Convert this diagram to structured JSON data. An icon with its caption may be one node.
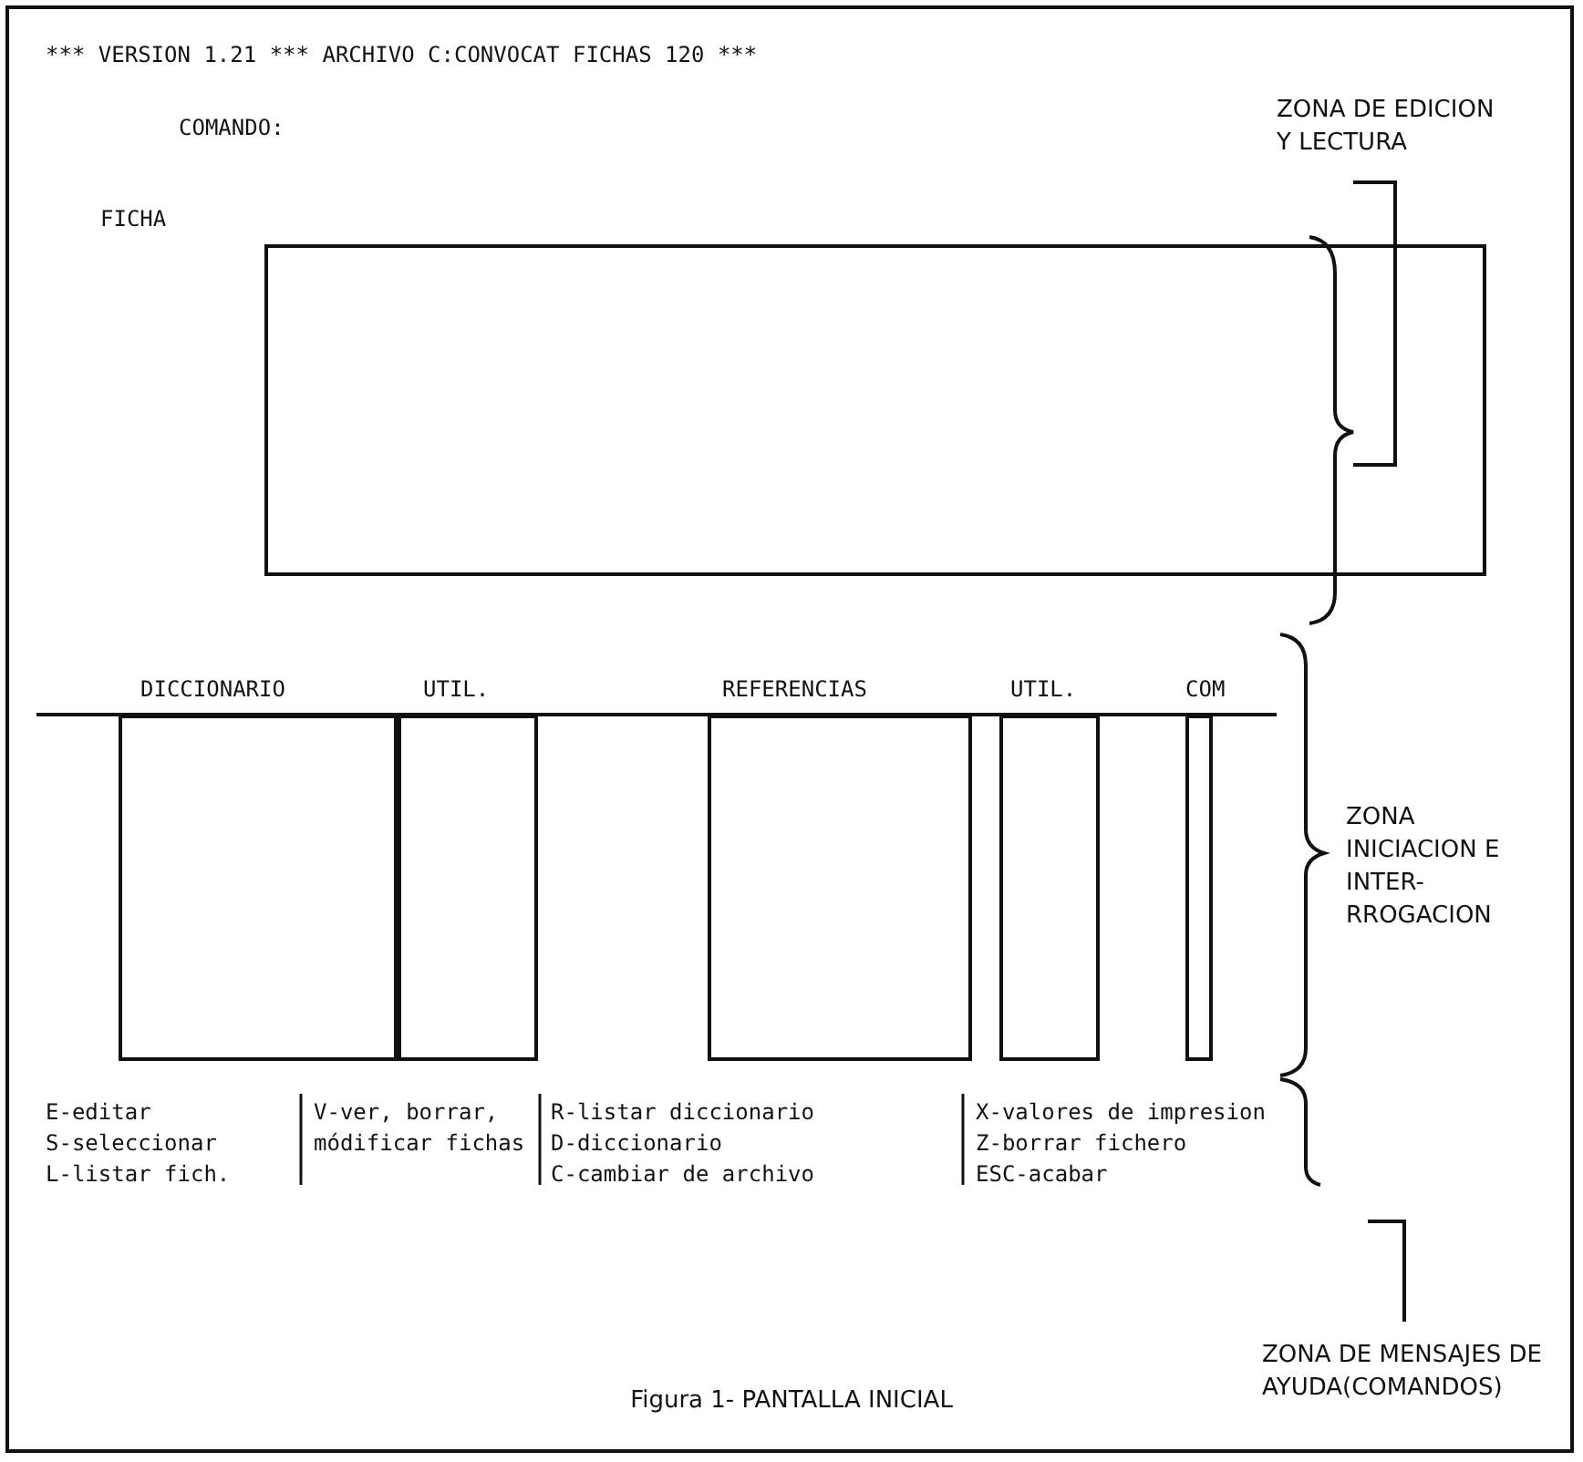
{
  "diagram": {
    "caption": "Figura 1- PANTALLA INICIAL",
    "nodes": [
      {
        "text": [
          "FICHA"
        ]
      },
      {
        "text": [
          "DICCIONARIO"
        ]
      },
      {
        "text": [
          "UTIL."
        ]
      },
      {
        "text": [
          "REFERENCIAS"
        ]
      },
      {
        "text": [
          "UTIL."
        ]
      },
      {
        "text": [
          "COM"
        ]
      }
    ],
    "labels": [
      "*** VERSION 1.21 *** ARCHIVO C:CONVOCAT FICHAS 120 ***",
      "COMANDO:",
      "ZONA DE EDICION Y LECTURA",
      "ZONA INICIACION E INTER-RROGACION",
      "E-editar",
      "S-seleccionar",
      "L-listar fich.",
      "V-ver, borrar, módificar fichas",
      "R-listar diccionario",
      "D-diccionario",
      "C-cambiar de archivo",
      "X-valores de impresion",
      "Z-borrar fichero",
      "ESC-acabar",
      "ZONA DE MENSAJES DE AYUDA(COMANDOS)"
    ]
  }
}
